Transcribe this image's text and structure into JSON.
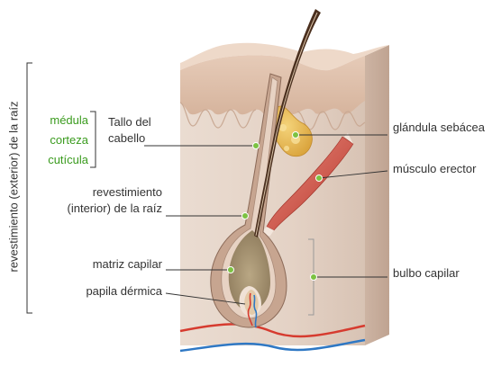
{
  "labels": {
    "medula": "médula",
    "corteza": "corteza",
    "cuticula": "cutícula",
    "tallo_line1": "Tallo del",
    "tallo_line2": "cabello",
    "rev_int_line1": "revestimiento",
    "rev_int_line2": "(interior) de la raíz",
    "matriz": "matriz capilar",
    "papila": "papila dérmica",
    "glandula": "glándula sebácea",
    "musculo": "músculo erector",
    "bulbo": "bulbo capilar",
    "rev_ext": "revestimiento (exterior) de la raíz"
  },
  "colors": {
    "accent_green": "#3a9b1e",
    "pointer_dot": "#7cc242",
    "skin_top": "#d9b9a3",
    "tissue": "#e9d8cc",
    "hair": "#4a2f1e",
    "artery": "#d63b2f",
    "vein": "#2f78c4"
  }
}
